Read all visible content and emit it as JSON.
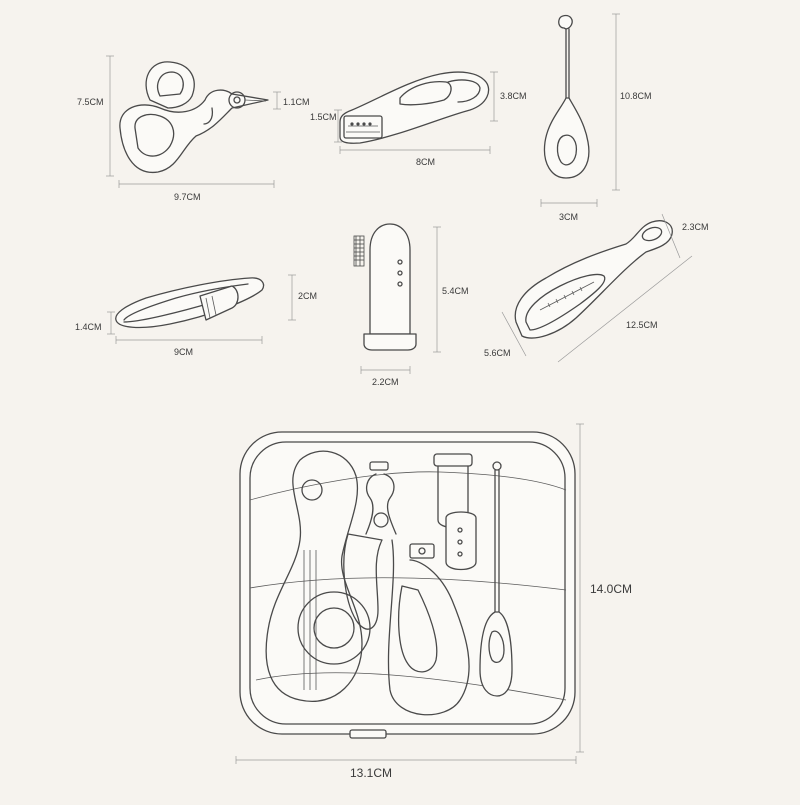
{
  "dimensions": {
    "scissors_height": "7.5CM",
    "scissors_tip": "1.1CM",
    "scissors_width": "9.7CM",
    "clipper_head": "1.5CM",
    "clipper_height": "3.8CM",
    "clipper_width": "8CM",
    "file_height": "10.8CM",
    "file_width": "3CM",
    "tweezers_height": "2CM",
    "tweezers_tip": "1.4CM",
    "tweezers_width": "9CM",
    "toothbrush_height": "5.4CM",
    "toothbrush_width": "2.2CM",
    "thermometer_top": "2.3CM",
    "thermometer_length": "12.5CM",
    "thermometer_width": "5.6CM",
    "case_height": "14.0CM",
    "case_width": "13.1CM"
  }
}
